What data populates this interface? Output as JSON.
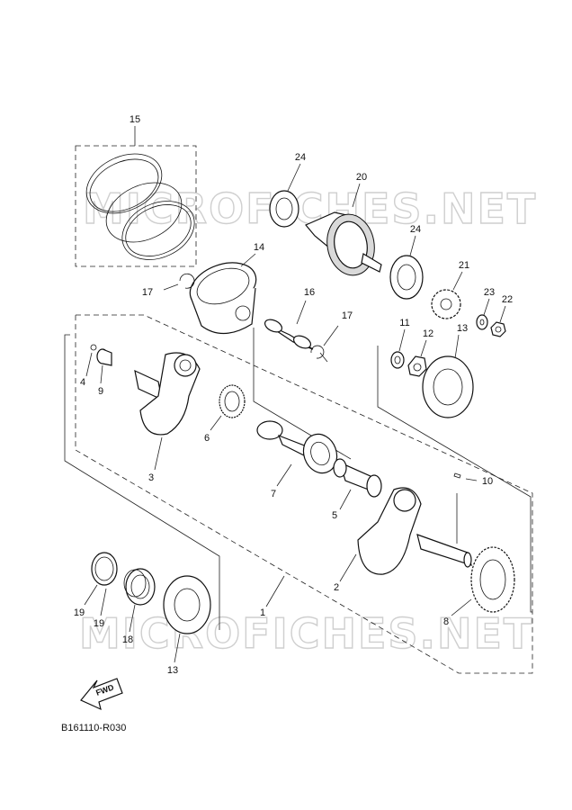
{
  "diagram": {
    "watermark_text": "MICROFICHES.NET",
    "fwd_label": "FWD",
    "figure_code": "B161110-R030",
    "callouts": {
      "c1": "1",
      "c2": "2",
      "c3": "3",
      "c4": "4",
      "c5": "5",
      "c6": "6",
      "c7": "7",
      "c8": "8",
      "c9": "9",
      "c10": "10",
      "c11": "11",
      "c12": "12",
      "c13a": "13",
      "c13b": "13",
      "c14": "14",
      "c15": "15",
      "c16": "16",
      "c17a": "17",
      "c17b": "17",
      "c18": "18",
      "c19a": "19",
      "c19b": "19",
      "c20": "20",
      "c21": "21",
      "c22": "22",
      "c23": "23",
      "c24a": "24",
      "c24b": "24"
    }
  }
}
